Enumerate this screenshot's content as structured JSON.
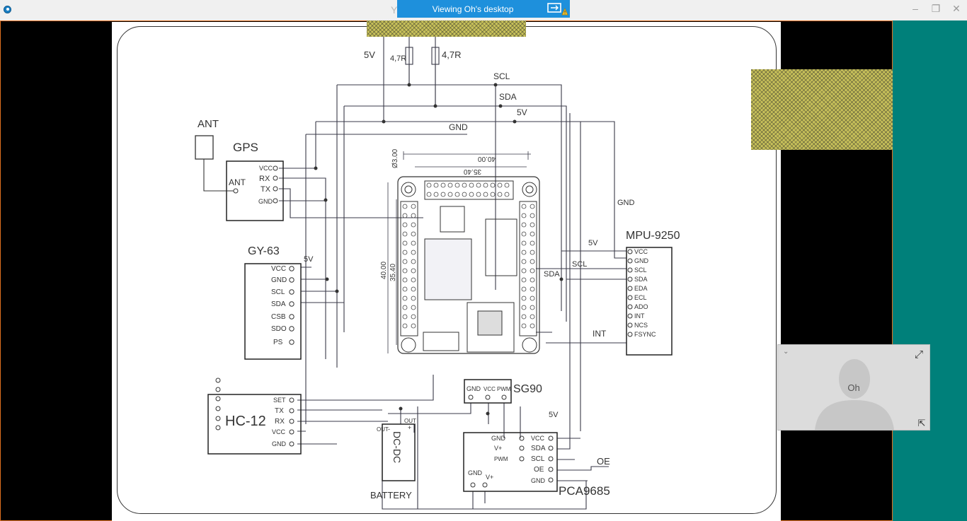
{
  "window": {
    "title_partial": "Y",
    "share_banner": "Viewing Oh's desktop",
    "controls": {
      "minimize": "‒",
      "restore": "❐",
      "close": "✕"
    }
  },
  "participant": {
    "name": "Oh"
  },
  "schematic": {
    "resistor_labels": [
      "5V",
      "4,7R",
      "4,7R"
    ],
    "bus_labels": [
      "SCL",
      "SDA",
      "5V",
      "GND"
    ],
    "ant_label": "ANT",
    "gps": {
      "title": "GPS",
      "pins": [
        "VCC",
        "RX",
        "TX",
        "GND"
      ],
      "ant": "ANT"
    },
    "gy63": {
      "title": "GY-63",
      "supply": "5V",
      "pins": [
        "VCC",
        "GND",
        "SCL",
        "SDA",
        "CSB",
        "SDO",
        "PS"
      ]
    },
    "hc12": {
      "title": "HC-12",
      "pins": [
        "SET",
        "TX",
        "RX",
        "VCC",
        "GND"
      ]
    },
    "mpu": {
      "title": "MPU-9250",
      "gnd": "GND",
      "five_v": "5V",
      "scl": "SCL",
      "sda": "SDA",
      "int": "INT",
      "pins": [
        "VCC",
        "GND",
        "SCL",
        "SDA",
        "EDA",
        "ECL",
        "ADO",
        "INT",
        "NCS",
        "FSYNC"
      ]
    },
    "dims": [
      "Ø3.00",
      "40.00",
      "35.40",
      "40.00",
      "35.40"
    ],
    "sg90": {
      "title": "SG90",
      "pins": [
        "GND",
        "VCC",
        "PWM"
      ]
    },
    "dcdc": {
      "title": "DC-DC",
      "out_left": "OUT",
      "out_right": "OUT",
      "minus": "-",
      "plus": "+"
    },
    "battery": "BATTERY",
    "pca": {
      "title": "PCA9685",
      "supply": "5V",
      "oe": "OE",
      "left_pins": [
        "GND",
        "V+",
        "PWM"
      ],
      "right_pins": [
        "VCC",
        "SDA",
        "SCL",
        "OE",
        "GND"
      ],
      "bottom": [
        "GND",
        "V+"
      ]
    }
  },
  "colors": {
    "banner": "#1e90dc",
    "teal": "#00807a",
    "border": "#e07020",
    "hatch": "#c9c25a"
  }
}
